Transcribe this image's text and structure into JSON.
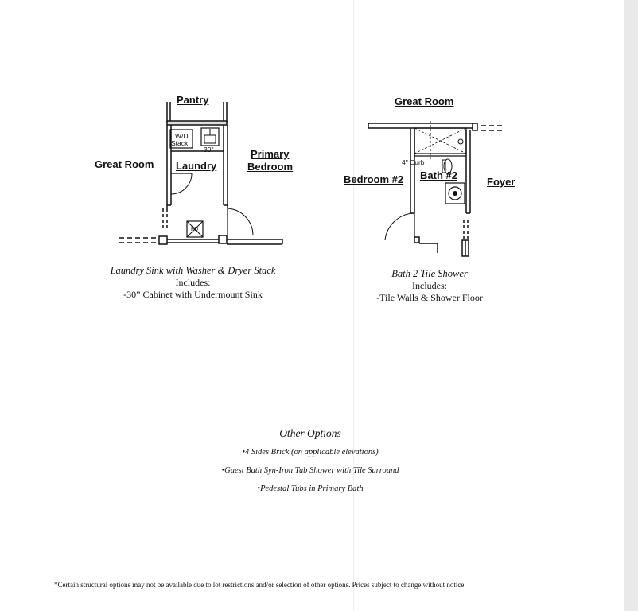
{
  "plans": {
    "laundry": {
      "labels": {
        "pantry": "Pantry",
        "great_room": "Great Room",
        "laundry": "Laundry",
        "primary": "Primary",
        "bedroom": "Bedroom",
        "washer_dryer": "W/D",
        "stack": "Stack",
        "cabinet_width": "30\"",
        "floor_drain": "FD"
      },
      "caption": {
        "title": "Laundry Sink with Washer & Dryer Stack",
        "includes": "Includes:",
        "items": [
          "-30” Cabinet with Undermount Sink"
        ]
      }
    },
    "bath2": {
      "labels": {
        "great_room": "Great Room",
        "bedroom2": "Bedroom #2",
        "bath2": "Bath #2",
        "foyer": "Foyer",
        "curb": "4\" Curb"
      },
      "caption": {
        "title": "Bath 2 Tile Shower",
        "includes": "Includes:",
        "items": [
          "-Tile Walls & Shower Floor"
        ]
      }
    }
  },
  "other_options": {
    "heading": "Other Options",
    "items": [
      "•4 Sides Brick (on applicable elevations)",
      "•Guest Bath Syn-Iron Tub Shower with Tile Surround",
      "•Pedestal Tubs in Primary Bath"
    ]
  },
  "disclaimer": "*Certain structural options may not be available due to lot restrictions and/or selection of other options.  Prices subject to change without notice."
}
